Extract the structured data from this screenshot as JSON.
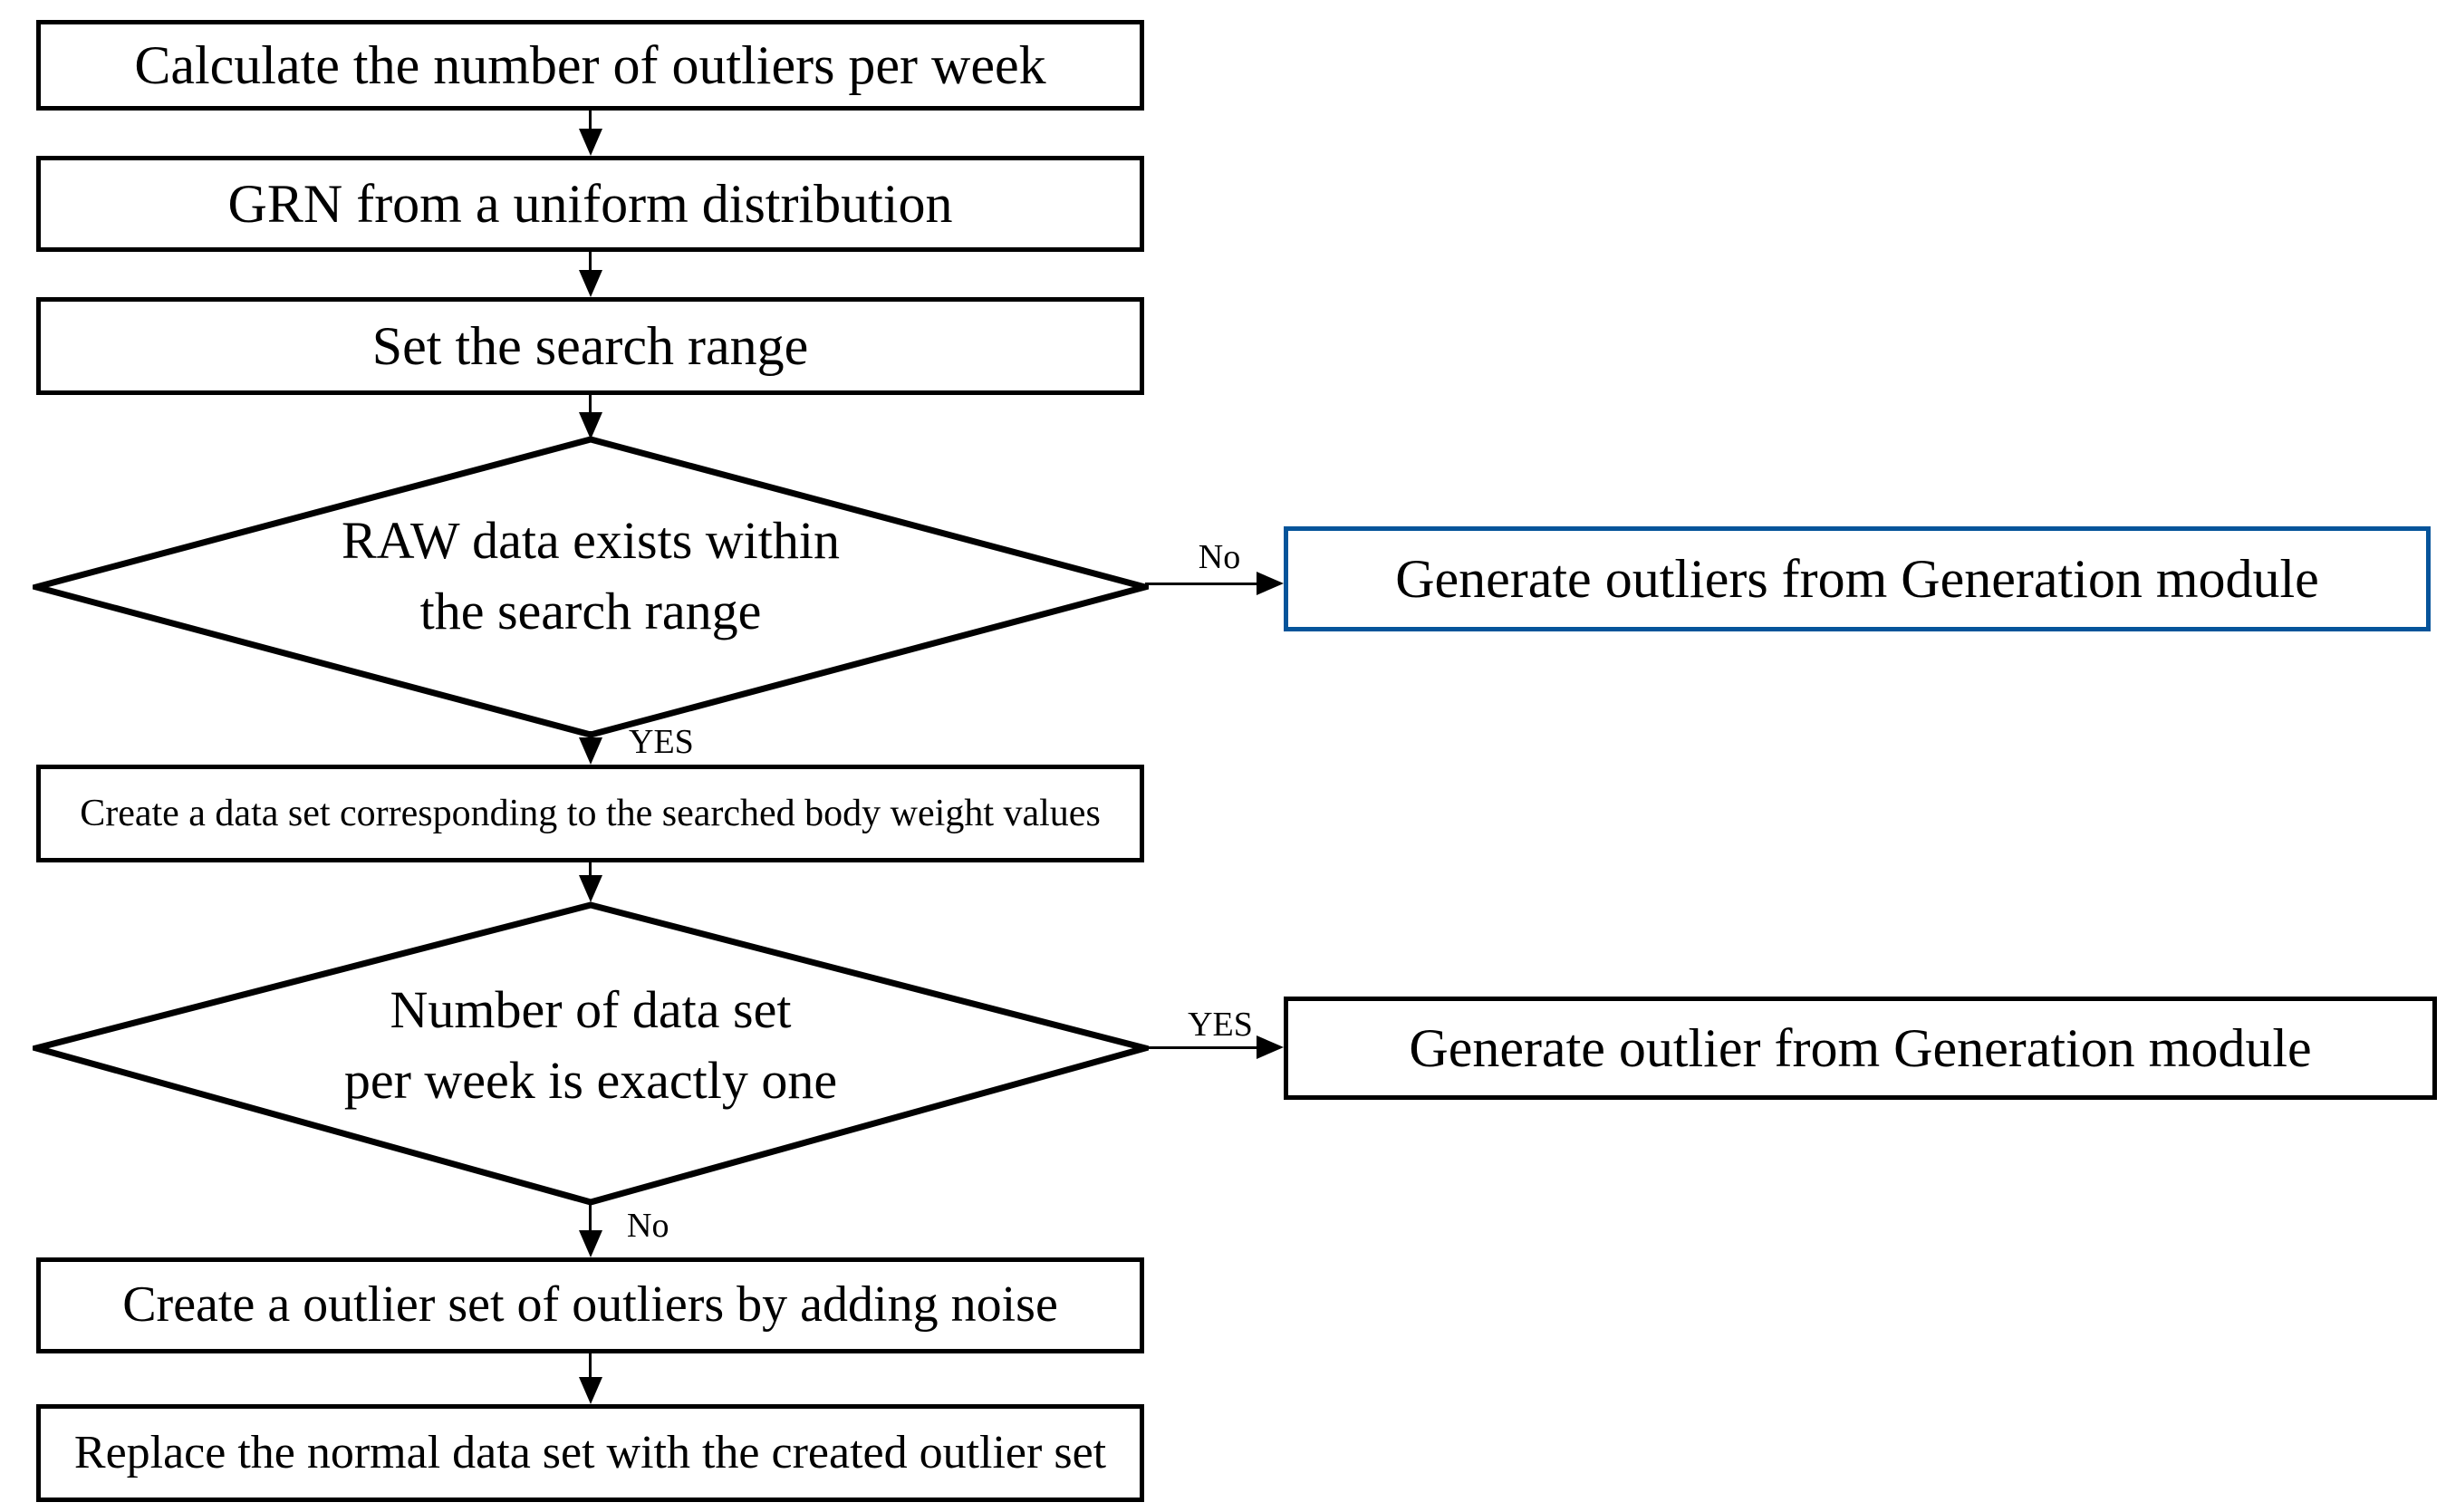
{
  "colors": {
    "node_border": "#000000",
    "highlight_border": "#05549A",
    "text": "#000000",
    "background": "#FFFFFF"
  },
  "nodes": {
    "calc_outliers": {
      "label": "Calculate the number of outliers per week"
    },
    "grn_uniform": {
      "label": "GRN from a uniform distribution"
    },
    "set_range": {
      "label": "Set the search range"
    },
    "raw_exists": {
      "line1": "RAW data exists within",
      "line2": "the search range"
    },
    "generate_outliers": {
      "label": "Generate outliers from Generation module"
    },
    "create_dataset": {
      "label": "Create a data set corresponding to the searched body weight values"
    },
    "count_one": {
      "line1": "Number of data set",
      "line2": "per week is exactly one"
    },
    "generate_outlier": {
      "label": "Generate outlier from Generation module"
    },
    "create_outlier_set": {
      "label": "Create a outlier set of outliers by adding noise"
    },
    "replace_dataset": {
      "label": "Replace the normal data set with the created outlier set"
    }
  },
  "edge_labels": {
    "raw_no": "No",
    "raw_yes": "YES",
    "count_yes": "YES",
    "count_no": "No"
  }
}
